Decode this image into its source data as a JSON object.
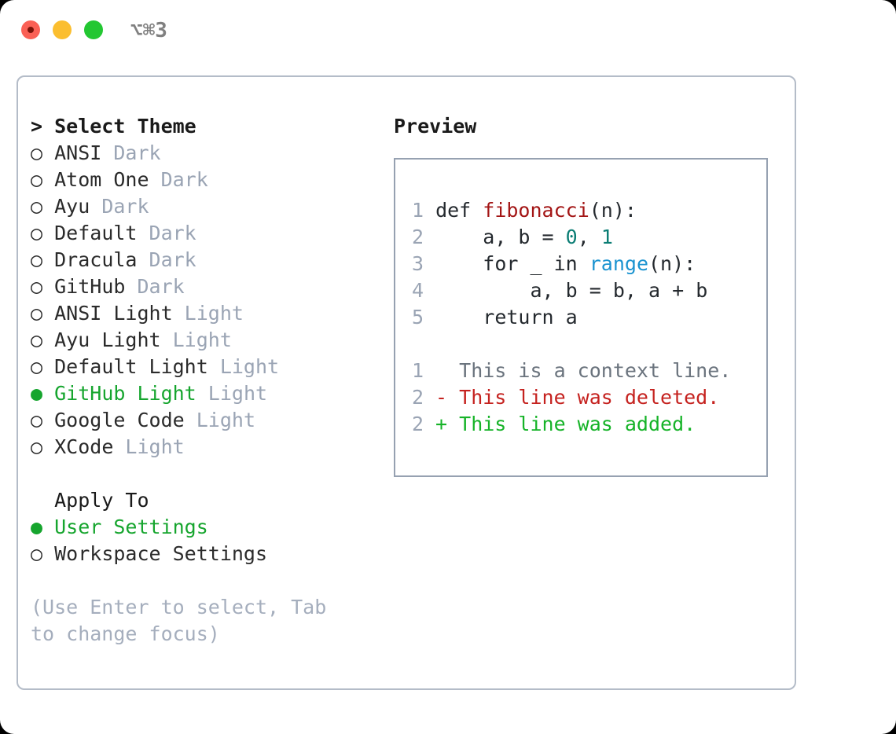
{
  "window": {
    "shortcut": "⌥⌘3",
    "traffic_lights": [
      {
        "name": "close",
        "color": "#fa6055"
      },
      {
        "name": "minimize",
        "color": "#fbbe2f"
      },
      {
        "name": "zoom",
        "color": "#23c732"
      }
    ]
  },
  "theme_picker": {
    "header": "> Select Theme",
    "bullet_selected": "●",
    "bullet_unselected": "○",
    "items": [
      {
        "label": "ANSI",
        "badge": "Dark",
        "selected": false
      },
      {
        "label": "Atom One",
        "badge": "Dark",
        "selected": false
      },
      {
        "label": "Ayu",
        "badge": "Dark",
        "selected": false
      },
      {
        "label": "Default",
        "badge": "Dark",
        "selected": false
      },
      {
        "label": "Dracula",
        "badge": "Dark",
        "selected": false
      },
      {
        "label": "GitHub",
        "badge": "Dark",
        "selected": false
      },
      {
        "label": "ANSI Light",
        "badge": "Light",
        "selected": false
      },
      {
        "label": "Ayu Light",
        "badge": "Light",
        "selected": false
      },
      {
        "label": "Default Light",
        "badge": "Light",
        "selected": false
      },
      {
        "label": "GitHub Light",
        "badge": "Light",
        "selected": true
      },
      {
        "label": "Google Code",
        "badge": "Light",
        "selected": false
      },
      {
        "label": "XCode",
        "badge": "Light",
        "selected": false
      }
    ]
  },
  "apply_to": {
    "header": "  Apply To",
    "items": [
      {
        "label": "User Settings",
        "selected": true
      },
      {
        "label": "Workspace Settings",
        "selected": false
      }
    ]
  },
  "hint": "(Use Enter to select, Tab to change focus)",
  "preview": {
    "title": "Preview",
    "code_lines": [
      {
        "no": "1",
        "tokens": [
          {
            "t": "def ",
            "c": "plain"
          },
          {
            "t": "fibonacci",
            "c": "fn"
          },
          {
            "t": "(n):",
            "c": "plain"
          }
        ]
      },
      {
        "no": "2",
        "tokens": [
          {
            "t": "    a, b = ",
            "c": "plain"
          },
          {
            "t": "0",
            "c": "num"
          },
          {
            "t": ", ",
            "c": "plain"
          },
          {
            "t": "1",
            "c": "num"
          }
        ]
      },
      {
        "no": "3",
        "tokens": [
          {
            "t": "    for _ in ",
            "c": "plain"
          },
          {
            "t": "range",
            "c": "call"
          },
          {
            "t": "(n):",
            "c": "plain"
          }
        ]
      },
      {
        "no": "4",
        "tokens": [
          {
            "t": "        a, b = b, a + b",
            "c": "plain"
          }
        ]
      },
      {
        "no": "5",
        "tokens": [
          {
            "t": "    return a",
            "c": "plain"
          }
        ]
      }
    ],
    "diff_lines": [
      {
        "no": "1",
        "marker": "  ",
        "text": "This is a context line.",
        "kind": "ctx"
      },
      {
        "no": "2",
        "marker": "- ",
        "text": "This line was deleted.",
        "kind": "del"
      },
      {
        "no": "2",
        "marker": "+ ",
        "text": "This line was added.",
        "kind": "add"
      }
    ]
  },
  "colors": {
    "accent_green": "#16a52e",
    "badge_gray": "#9aa4b4",
    "hint_gray": "#a5aebd",
    "panel_border": "#b4bcc8",
    "code_border": "#96a1b1",
    "diff_add": "#16b328",
    "diff_del": "#c5221f",
    "diff_ctx": "#6a737d",
    "token_fn": "#a31515",
    "token_num": "#0b7d74",
    "token_call": "#1a93d0"
  }
}
